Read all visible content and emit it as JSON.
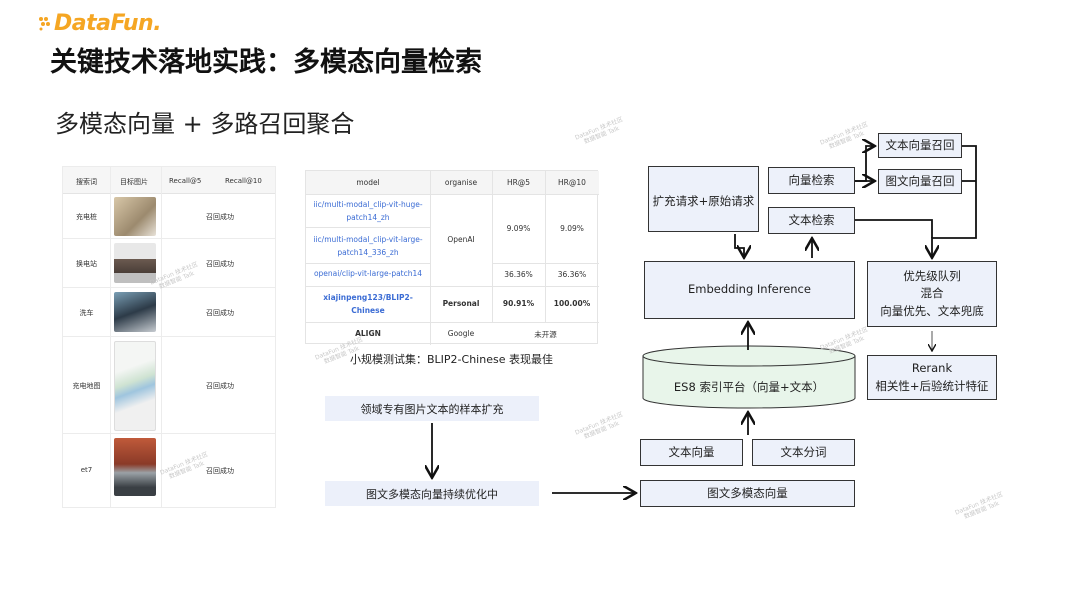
{
  "brand": {
    "logo_text": "DataFun.",
    "accent": "#f5a623"
  },
  "title": "关键技术落地实践：多模态向量检索",
  "subtitle": "多模态向量 + 多路召回聚合",
  "left_table": {
    "headers": [
      "搜索词",
      "目标图片",
      "Recall@5",
      "Recall@10"
    ],
    "rows": [
      {
        "term": "充电桩",
        "result": "召回成功"
      },
      {
        "term": "换电站",
        "result": "召回成功"
      },
      {
        "term": "洗车",
        "result": "召回成功"
      },
      {
        "term": "充电地图",
        "result": "召回成功"
      },
      {
        "term": "et7",
        "result": "召回成功"
      }
    ]
  },
  "model_table": {
    "headers": [
      "model",
      "organise",
      "HR@5",
      "HR@10"
    ],
    "models": [
      "iic/multi-modal_clip-vit-huge-patch14_zh",
      "iic/multi-modal_clip-vit-large-patch14_336_zh",
      "openai/clip-vit-large-patch14",
      "xiajinpeng123/BLIP2-Chinese",
      "ALIGN"
    ],
    "orgs": {
      "openai": "OpenAI",
      "personal": "Personal",
      "google": "Google"
    },
    "values": {
      "hr5_a": "9.09%",
      "hr10_a": "9.09%",
      "hr5_b": "36.36%",
      "hr10_b": "36.36%",
      "hr5_c": "90.91%",
      "hr10_c": "100.00%",
      "align": "未开源"
    },
    "caption": "小规模测试集：BLIP2-Chinese 表现最佳"
  },
  "flow": {
    "domain_sample": "领域专有图片文本的样本扩充",
    "optimizing": "图文多模态向量持续优化中",
    "expand_request": "扩充请求+原始请求",
    "vector_search": "向量检索",
    "text_search": "文本检索",
    "text_vector_recall": "文本向量召回",
    "image_text_vector_recall": "图文向量召回",
    "embedding_inference": "Embedding Inference",
    "es8": "ES8 索引平台（向量+文本）",
    "text_vector": "文本向量",
    "text_tokenize": "文本分词",
    "mm_vector": "图文多模态向量",
    "priority_queue": [
      "优先级队列",
      "混合",
      "向量优先、文本兜底"
    ],
    "rerank": [
      "Rerank",
      "相关性+后验统计特征"
    ]
  },
  "colors": {
    "box_fill": "#edf1fa",
    "cylinder_fill": "#e8f5ea",
    "link": "#3b6cd4"
  }
}
